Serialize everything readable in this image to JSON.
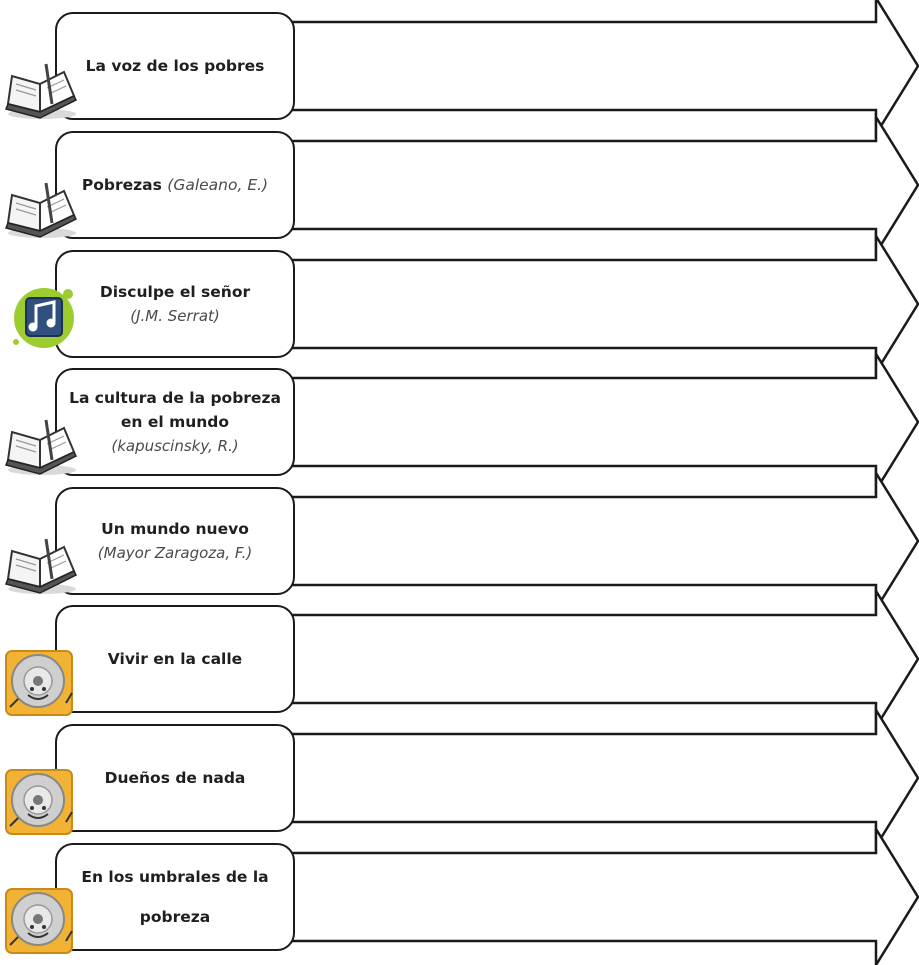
{
  "colors": {
    "outline": "#1a1a1a",
    "text": "#1f1f1f",
    "author_text": "#4a4a4a",
    "disc_frame": "#f2b233",
    "note_bg": "#9ccc2f"
  },
  "items": [
    {
      "icon": "book-icon",
      "lines": [
        "La voz de los pobres"
      ],
      "author": "",
      "author_inline": ""
    },
    {
      "icon": "book-icon",
      "lines": [
        "Pobrezas"
      ],
      "author": "",
      "author_inline": "(Galeano, E.)"
    },
    {
      "icon": "music-icon",
      "lines": [
        "Disculpe el señor"
      ],
      "author": "(J.M. Serrat)",
      "author_inline": ""
    },
    {
      "icon": "book-icon",
      "lines": [
        "La cultura de la pobreza",
        "en el mundo"
      ],
      "author": "(kapuscinsky, R.)",
      "author_inline": ""
    },
    {
      "icon": "book-icon",
      "lines": [
        "Un mundo nuevo"
      ],
      "author": "(Mayor Zaragoza, F.)",
      "author_inline": ""
    },
    {
      "icon": "disc-icon",
      "lines": [
        "Vivir en la calle"
      ],
      "author": "",
      "author_inline": ""
    },
    {
      "icon": "disc-icon",
      "lines": [
        "Dueños de nada"
      ],
      "author": "",
      "author_inline": ""
    },
    {
      "icon": "disc-icon",
      "lines": [
        "En los umbrales de la",
        "pobreza"
      ],
      "author": "",
      "author_inline": ""
    }
  ]
}
